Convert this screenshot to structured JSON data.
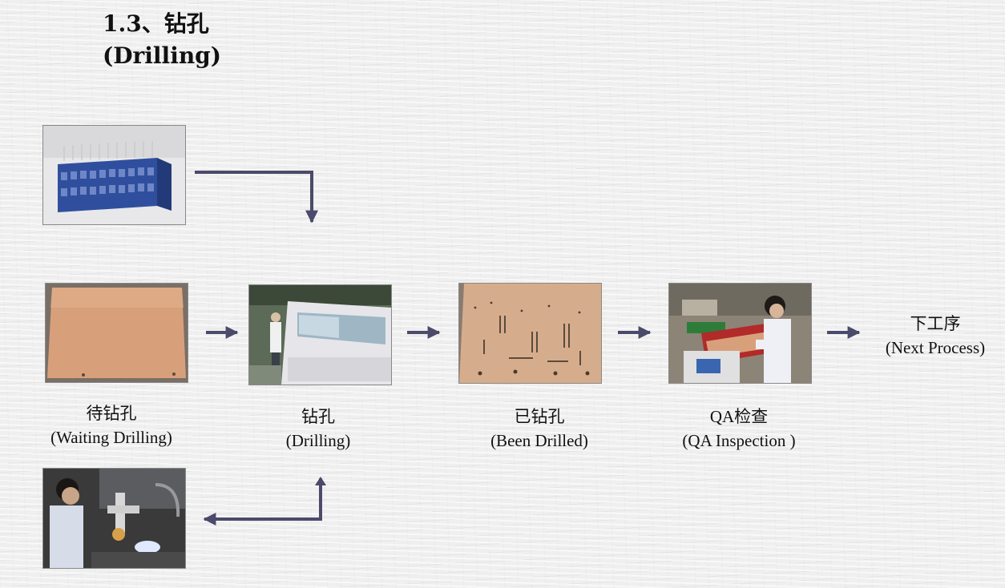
{
  "title": {
    "line1": "1.3、钻孔",
    "line2": "(Drilling)"
  },
  "steps": [
    {
      "cn": "待钻孔",
      "en": "(Waiting Drilling)"
    },
    {
      "cn": "钻孔",
      "en": "(Drilling)"
    },
    {
      "cn": "已钻孔",
      "en": "(Been Drilled)"
    },
    {
      "cn": "QA检查",
      "en": "(QA Inspection )"
    }
  ],
  "next_step": {
    "cn": "下工序",
    "en": "(Next Process)"
  },
  "colors": {
    "arrow": "#4b4a6b",
    "background": "#efefef",
    "copper_board": "#d8a07a",
    "drill_bits_block": "#2f4f9e",
    "machine": "#e6e6ea"
  }
}
